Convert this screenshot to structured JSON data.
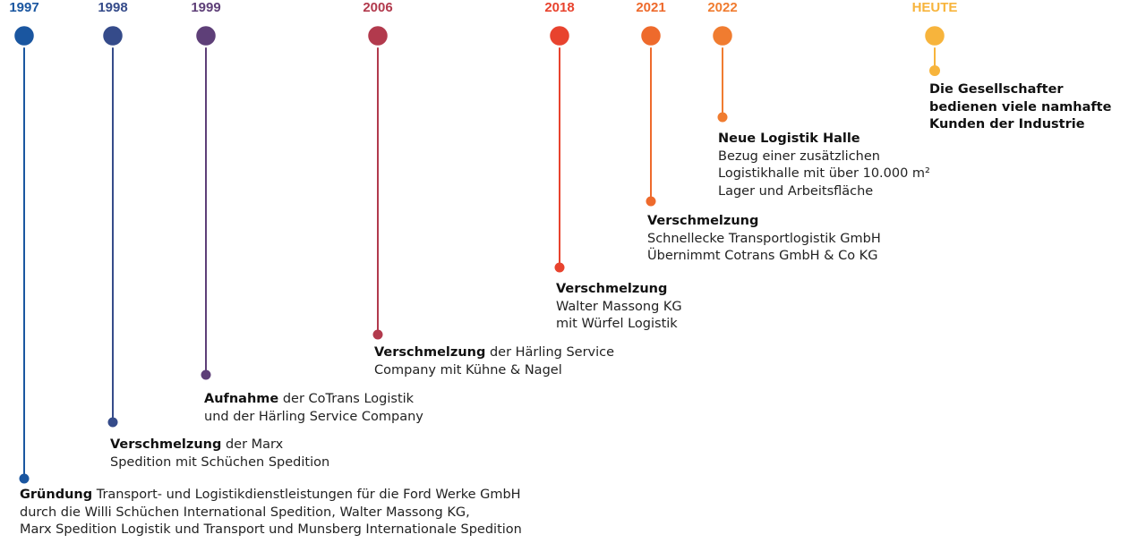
{
  "milestones": [
    {
      "year": "1997",
      "color": "#1a56a0",
      "title": "Gründung",
      "inline": "Transport- und Logistikdienstleistungen für die Ford Werke GmbH",
      "lines": [
        "durch die Willi Schüchen International Spedition, Walter Massong KG,",
        "Marx Spedition Logistik und Transport und Munsberg Internationale Spedition"
      ]
    },
    {
      "year": "1998",
      "color": "#354b8a",
      "title": "Verschmelzung",
      "inline": "der Marx",
      "lines": [
        "Spedition mit Schüchen Spedition"
      ]
    },
    {
      "year": "1999",
      "color": "#5e3f78",
      "title": "Aufnahme",
      "inline": "der CoTrans Logistik",
      "lines": [
        "und der Härling Service Company"
      ]
    },
    {
      "year": "2006",
      "color": "#b23a4d",
      "title": "Verschmelzung",
      "inline": "der Härling Service",
      "lines": [
        "Company mit Kühne & Nagel"
      ]
    },
    {
      "year": "2018",
      "color": "#e8432e",
      "title": "Verschmelzung",
      "inline": "",
      "lines": [
        "Walter Massong KG",
        "mit Würfel Logistik"
      ]
    },
    {
      "year": "2021",
      "color": "#ee6a2c",
      "title": "Verschmelzung",
      "inline": "",
      "lines": [
        "Schnellecke Transportlogistik GmbH",
        "Übernimmt Cotrans GmbH & Co KG"
      ]
    },
    {
      "year": "2022",
      "color": "#f07c30",
      "title": "Neue Logistik Halle",
      "inline": "",
      "lines": [
        "Bezug einer zusätzlichen",
        "Logistikhalle mit über 10.000  m²",
        "Lager und Arbeitsfläche"
      ]
    },
    {
      "year": "HEUTE",
      "color": "#f7b43c",
      "title": "",
      "inline": "",
      "lines": [
        "Die Gesellschafter",
        "bedienen viele namhafte",
        "Kunden der Industrie"
      ]
    }
  ]
}
